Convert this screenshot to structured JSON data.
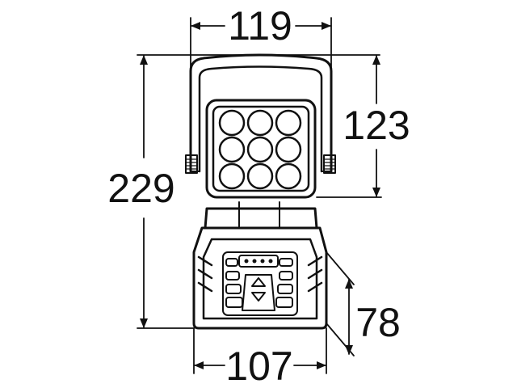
{
  "dimensions": {
    "top_width": "119",
    "head_height": "123",
    "total_height": "229",
    "base_depth": "78",
    "base_width": "107"
  },
  "colors": {
    "line": "#111111",
    "background": "#ffffff"
  }
}
